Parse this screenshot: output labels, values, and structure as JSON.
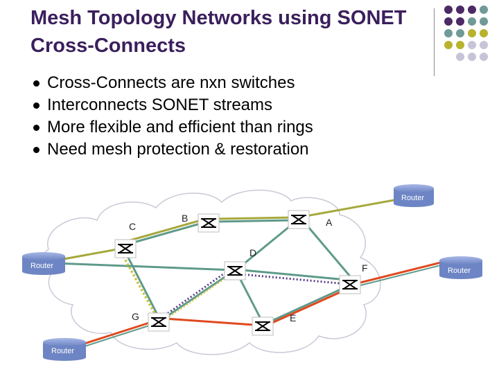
{
  "slide": {
    "title": "Mesh Topology Networks using SONET Cross-Connects",
    "bullets": [
      "Cross-Connects are nxn switches",
      "Interconnects SONET streams",
      "More flexible and efficient than rings",
      "Need mesh protection & restoration"
    ]
  },
  "colors": {
    "title": "#3a1f5c",
    "purple": "#4b2a66",
    "teal": "#6f9a97",
    "olive": "#b8b32e",
    "lavender": "#c8c4d8",
    "link_green": "#5e9a8a",
    "link_olive": "#a6a83a",
    "link_red": "#e0481e",
    "router_blue": "#6d85c4"
  },
  "diagram": {
    "nodes": [
      {
        "id": "A",
        "label": "A"
      },
      {
        "id": "B",
        "label": "B"
      },
      {
        "id": "C",
        "label": "C"
      },
      {
        "id": "D",
        "label": "D"
      },
      {
        "id": "E",
        "label": "E"
      },
      {
        "id": "F",
        "label": "F"
      },
      {
        "id": "G",
        "label": "G"
      }
    ],
    "routers": [
      {
        "id": "r1",
        "label": "Router"
      },
      {
        "id": "r2",
        "label": "Router"
      },
      {
        "id": "r3",
        "label": "Router"
      },
      {
        "id": "r4",
        "label": "Router"
      }
    ]
  }
}
